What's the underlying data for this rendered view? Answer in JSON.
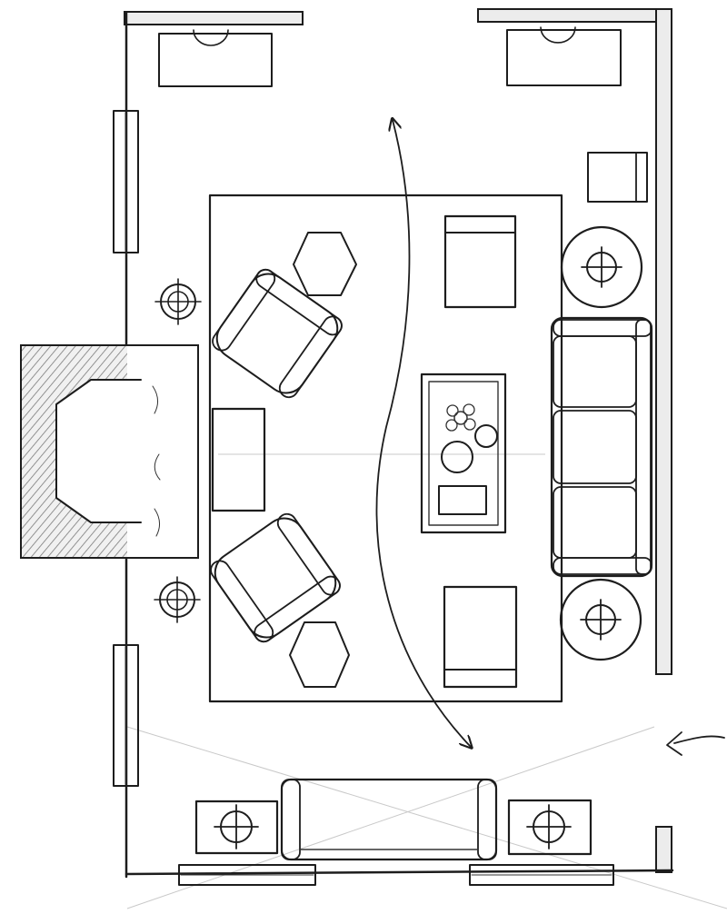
{
  "drawing": {
    "kind": "living-room floor plan sketch",
    "style": "hand-drawn pencil on white paper",
    "colors": {
      "ink": "#1d1d1d",
      "paper": "#ffffff",
      "wall_hatch": "#7a7a7a"
    }
  },
  "items": [
    "window-top-left",
    "window-top-right",
    "window-left-upper",
    "window-left-lower",
    "window-bottom-left",
    "window-bottom-right",
    "fireplace",
    "area-rug",
    "armchair-upper",
    "armchair-lower",
    "hex-side-table-upper",
    "hex-side-table-lower",
    "ottoman-rect",
    "coffee-table",
    "accent-chair-upper",
    "accent-chair-lower",
    "sofa",
    "round-side-table-upper",
    "round-side-table-lower",
    "small-chair",
    "console-bench",
    "end-table-left",
    "end-table-right",
    "sconce-lights",
    "traffic-flow-arrow",
    "entry-arrow"
  ]
}
